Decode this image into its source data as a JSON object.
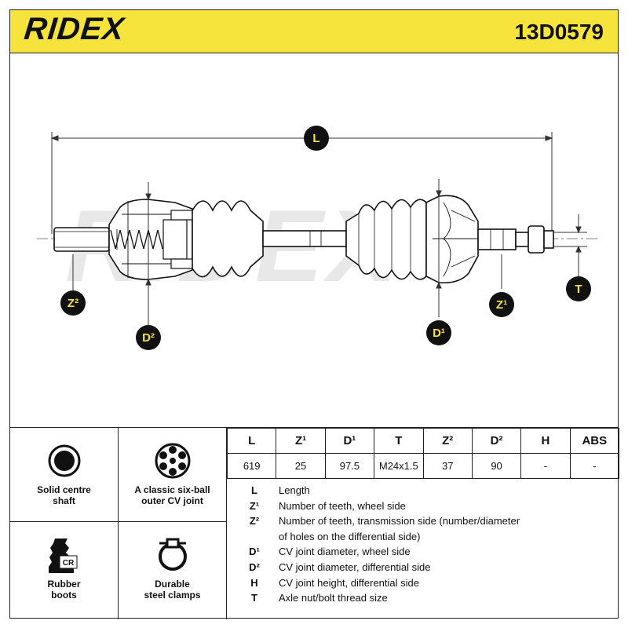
{
  "header": {
    "brand": "RIDEX",
    "part_number": "13D0579"
  },
  "drawing": {
    "watermark": "RIDEX",
    "callouts": {
      "L": "L",
      "Z2": "Z²",
      "D2": "D²",
      "D1": "D¹",
      "Z1": "Z¹",
      "T": "T"
    }
  },
  "features": [
    {
      "icon": "solid-shaft-icon",
      "label_1": "Solid centre",
      "label_2": "shaft"
    },
    {
      "icon": "six-ball-cv-joint-icon",
      "label_1": "A classic six-ball",
      "label_2": "outer CV joint"
    },
    {
      "icon": "rubber-boot-icon",
      "label_1": "Rubber",
      "label_2": "boots",
      "badge": "CR"
    },
    {
      "icon": "steel-clamp-icon",
      "label_1": "Durable",
      "label_2": "steel clamps"
    }
  ],
  "spec_table": {
    "headers": [
      "L",
      "Z¹",
      "D¹",
      "T",
      "Z²",
      "D²",
      "H",
      "ABS"
    ],
    "values": [
      "619",
      "25",
      "97.5",
      "M24x1.5",
      "37",
      "90",
      "-",
      "-"
    ]
  },
  "legend": [
    {
      "symbol": "L",
      "text": "Length"
    },
    {
      "symbol": "Z¹",
      "text": "Number of teeth, wheel side"
    },
    {
      "symbol": "Z²",
      "text": "Number of teeth, transmission side (number/diameter"
    },
    {
      "symbol": "",
      "text": "of holes on the differential side)"
    },
    {
      "symbol": "D¹",
      "text": "CV joint diameter, wheel side"
    },
    {
      "symbol": "D²",
      "text": "CV joint diameter, differential side"
    },
    {
      "symbol": "H",
      "text": "CV joint height, differential side"
    },
    {
      "symbol": "T",
      "text": "Axle nut/bolt thread size"
    }
  ],
  "colors": {
    "accent": "#f6e43c",
    "ink": "#111111",
    "watermark": "#e8e8e8"
  }
}
